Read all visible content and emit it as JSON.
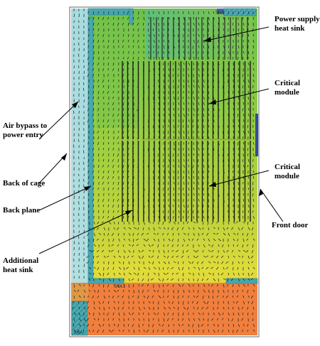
{
  "labels": {
    "power_supply_heat_sink": [
      "Power supply",
      "heat sink"
    ],
    "critical_module_upper": [
      "Critical",
      "module"
    ],
    "critical_module_lower": [
      "Critical",
      "module"
    ],
    "air_bypass": [
      "Air bypass to",
      "power entry"
    ],
    "back_of_cage": "Back of cage",
    "back_plane": "Back plane",
    "front_door": "Front door",
    "additional_heat_sink": [
      "Additional",
      "heat sink"
    ]
  },
  "small_marks": {
    "top_right": "SNA",
    "mid": "SNA1",
    "bottom_left": "SNA"
  },
  "colors": {
    "bypass": "#a9dcdf",
    "teal_wall": "#46a6ad",
    "green": "#7fc744",
    "yellow_green": "#b6cf3f",
    "yellow": "#e2df3b",
    "orange": "#f07d3d",
    "frame": "#7f7f7f",
    "arrow": "#1b1b1b"
  }
}
